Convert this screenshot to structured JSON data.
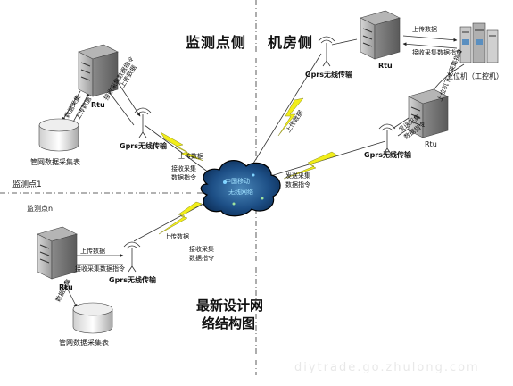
{
  "regions": {
    "monitor_side": "监测点侧",
    "server_side": "机房侧",
    "point1": "监测点1",
    "pointn": "监测点n"
  },
  "network": {
    "cloud_line1": "中国移动",
    "cloud_line2": "无线网络"
  },
  "nodes": {
    "rtu": "Rtu",
    "gprs": "Gprs无线传输",
    "meter": "管网数据采集表",
    "host": "上位机（工控机）"
  },
  "links": {
    "upload": "上传数据",
    "recv_cmd_2line_a": "接收采集",
    "recv_cmd_2line_b": "数据指令",
    "recv_cmd_1line": "接收采集数据指令",
    "send_cmd_a": "发送采集",
    "send_cmd_b": "数据指令",
    "data_collect": "数据采集",
    "host_cmd": "上位机下达采集指令"
  },
  "caption": {
    "line1": "最新设计网",
    "line2": "络结构图"
  },
  "watermark": "diytrade.go.zhulong.com"
}
